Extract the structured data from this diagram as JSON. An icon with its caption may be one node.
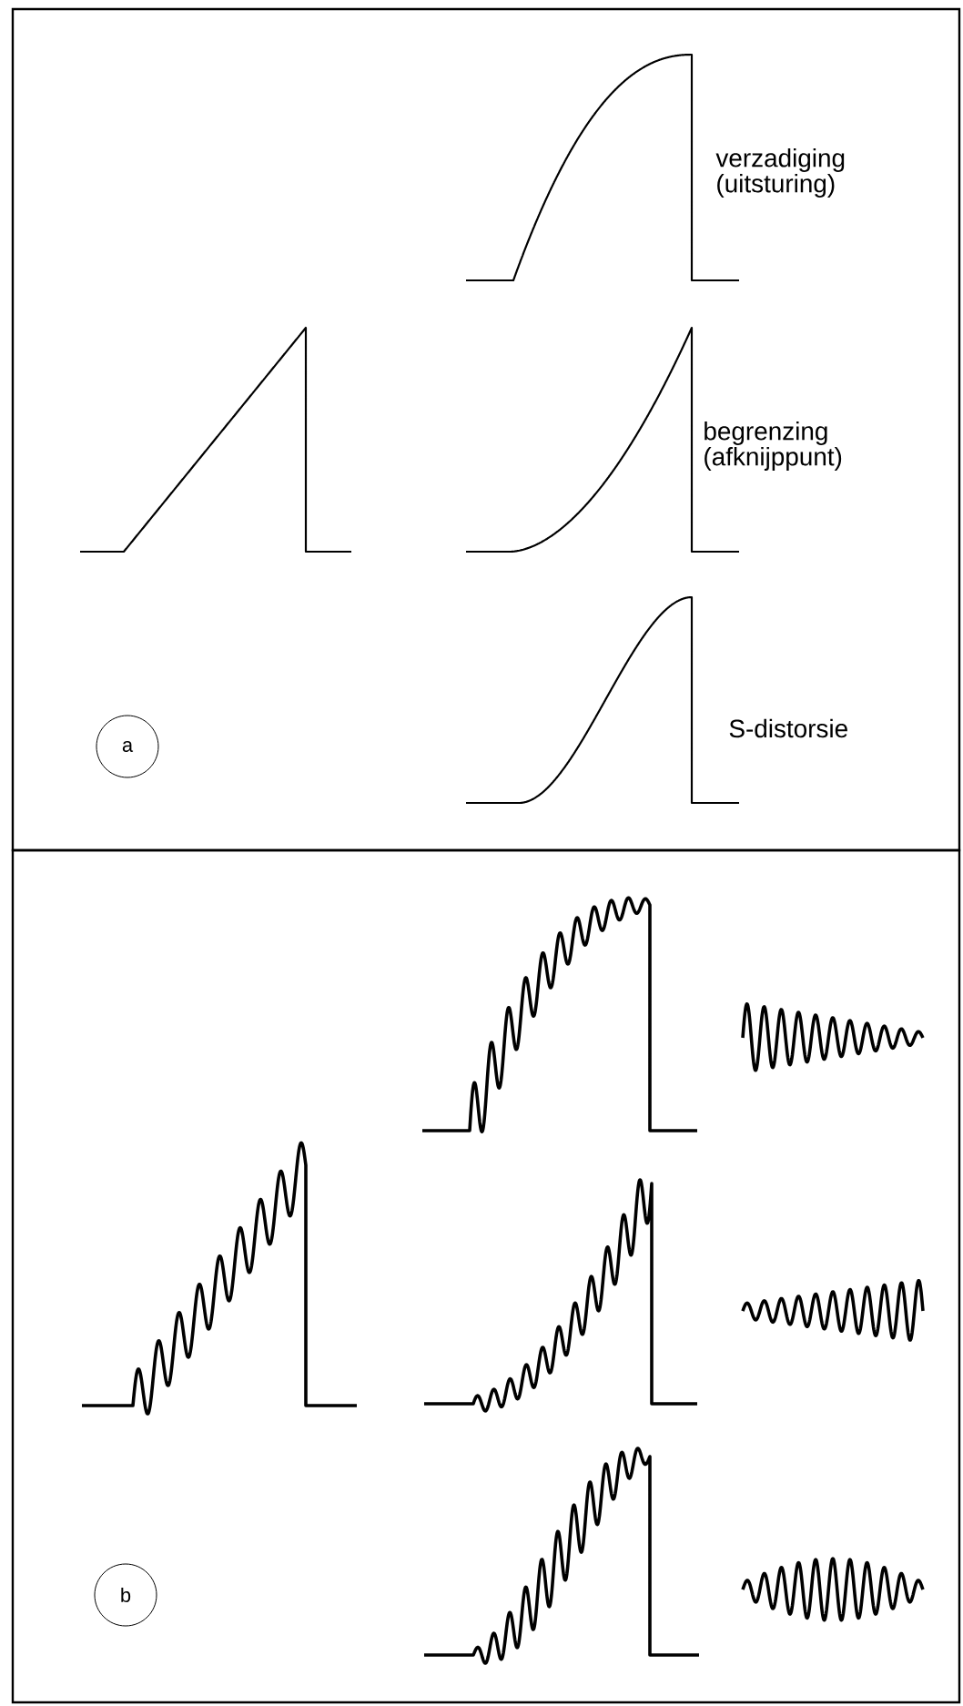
{
  "diagram": {
    "nodes": [
      {
        "text": [],
        "shape": "box"
      },
      {
        "text": [
          "a"
        ],
        "in": 0
      },
      {
        "text": [],
        "shape": "box"
      },
      {
        "text": [
          "b"
        ],
        "in": 2
      }
    ],
    "labels": [
      "verzadiging (uitsturing)",
      "begrenzing (afknijppunt)",
      "S-distorsie"
    ]
  }
}
